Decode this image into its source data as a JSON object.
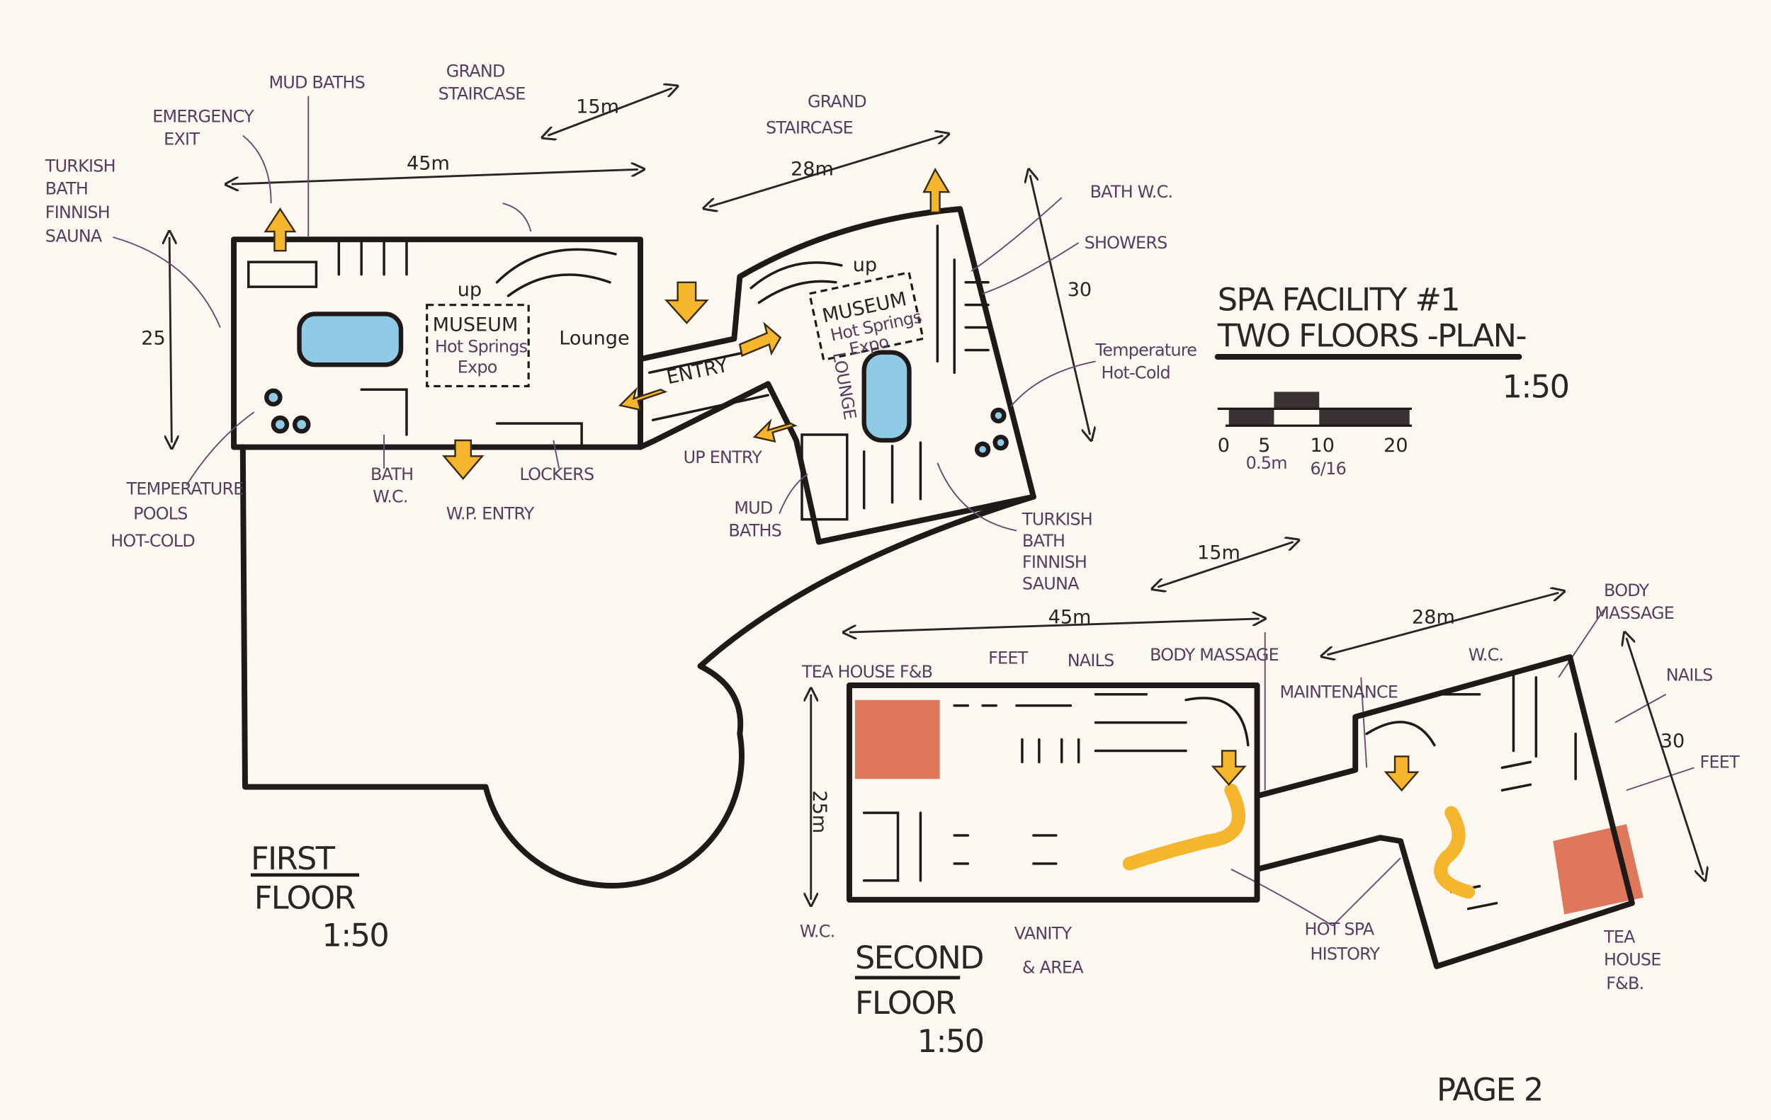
{
  "title": {
    "line1": "SPA FACILITY #1",
    "line2": "TWO FLOORS -PLAN-",
    "scale": "1:50"
  },
  "scale_bar": {
    "ticks": [
      "0",
      "5",
      "10",
      "20"
    ],
    "note": "0.5m",
    "date": "6/16"
  },
  "first_floor": {
    "title": "FIRST",
    "title2": "FLOOR",
    "scale": "1:50",
    "dims": {
      "width_left": "45m",
      "width_mid": "15m",
      "width_right": "28m",
      "height_left": "25",
      "height_right": "30"
    },
    "labels": {
      "mud_baths_top": "MUD BATHS",
      "grand_staircase_1": "GRAND",
      "grand_staircase_1b": "STAIRCASE",
      "emergency_exit": "EMERGENCY",
      "emergency_exit_b": "EXIT",
      "turkish_1": "TURKISH",
      "turkish_1b": "BATH",
      "turkish_1c": "FINNISH",
      "turkish_1d": "SAUNA",
      "museum_1": "MUSEUM",
      "museum_1b": "Hot Springs",
      "museum_1c": "Expo",
      "up_1": "up",
      "lounge_1": "Lounge",
      "entry": "ENTRY",
      "temp_pools": "TEMPERATURE",
      "temp_pools_b": "POOLS",
      "temp_pools_c": "HOT-COLD",
      "bath_wc_1": "BATH",
      "bath_wc_1b": "W.C.",
      "wp_entry": "W.P. ENTRY",
      "lockers": "LOCKERS",
      "grand_staircase_2": "GRAND",
      "grand_staircase_2b": "STAIRCASE",
      "up_2": "up",
      "museum_2": "MUSEUM",
      "museum_2b": "Hot Springs",
      "museum_2c": "Expo",
      "lounge_2": "LOUNGE",
      "up_entry": "UP ENTRY",
      "mud_baths_2": "MUD",
      "mud_baths_2b": "BATHS",
      "turkish_2": "TURKISH",
      "turkish_2b": "BATH",
      "turkish_2c": "FINNISH",
      "turkish_2d": "SAUNA",
      "bath_wc_2": "BATH W.C.",
      "showers": "SHOWERS",
      "temp_2": "Temperature",
      "temp_2b": "Hot-Cold"
    }
  },
  "second_floor": {
    "title": "SECOND",
    "title2": "FLOOR",
    "scale": "1:50",
    "dims": {
      "width_left": "45m",
      "width_mid": "15m",
      "width_right": "28m",
      "height_left": "25m",
      "height_right": "30"
    },
    "labels": {
      "tea_house_1": "TEA HOUSE F&B",
      "feet_1": "FEET",
      "nails_1": "NAILS",
      "body_massage_1": "BODY MASSAGE",
      "maintenance": "MAINTENANCE",
      "wc_top": "W.C.",
      "body_massage_2": "BODY",
      "body_massage_2b": "MASSAGE",
      "nails_2": "NAILS",
      "feet_2": "FEET",
      "wc_bottom": "W.C.",
      "vanity": "VANITY",
      "vanity_b": "& AREA",
      "hot_spa": "HOT SPA",
      "hot_spa_b": "HISTORY",
      "tea_house_2": "TEA",
      "tea_house_2b": "HOUSE",
      "tea_house_2c": "F&B."
    }
  },
  "page": "PAGE 2",
  "colors": {
    "accent_arrow": "#f5b52d",
    "pool": "#8fcbe6",
    "tea_house": "#d9603f",
    "ink_label": "#5a3d5c"
  }
}
